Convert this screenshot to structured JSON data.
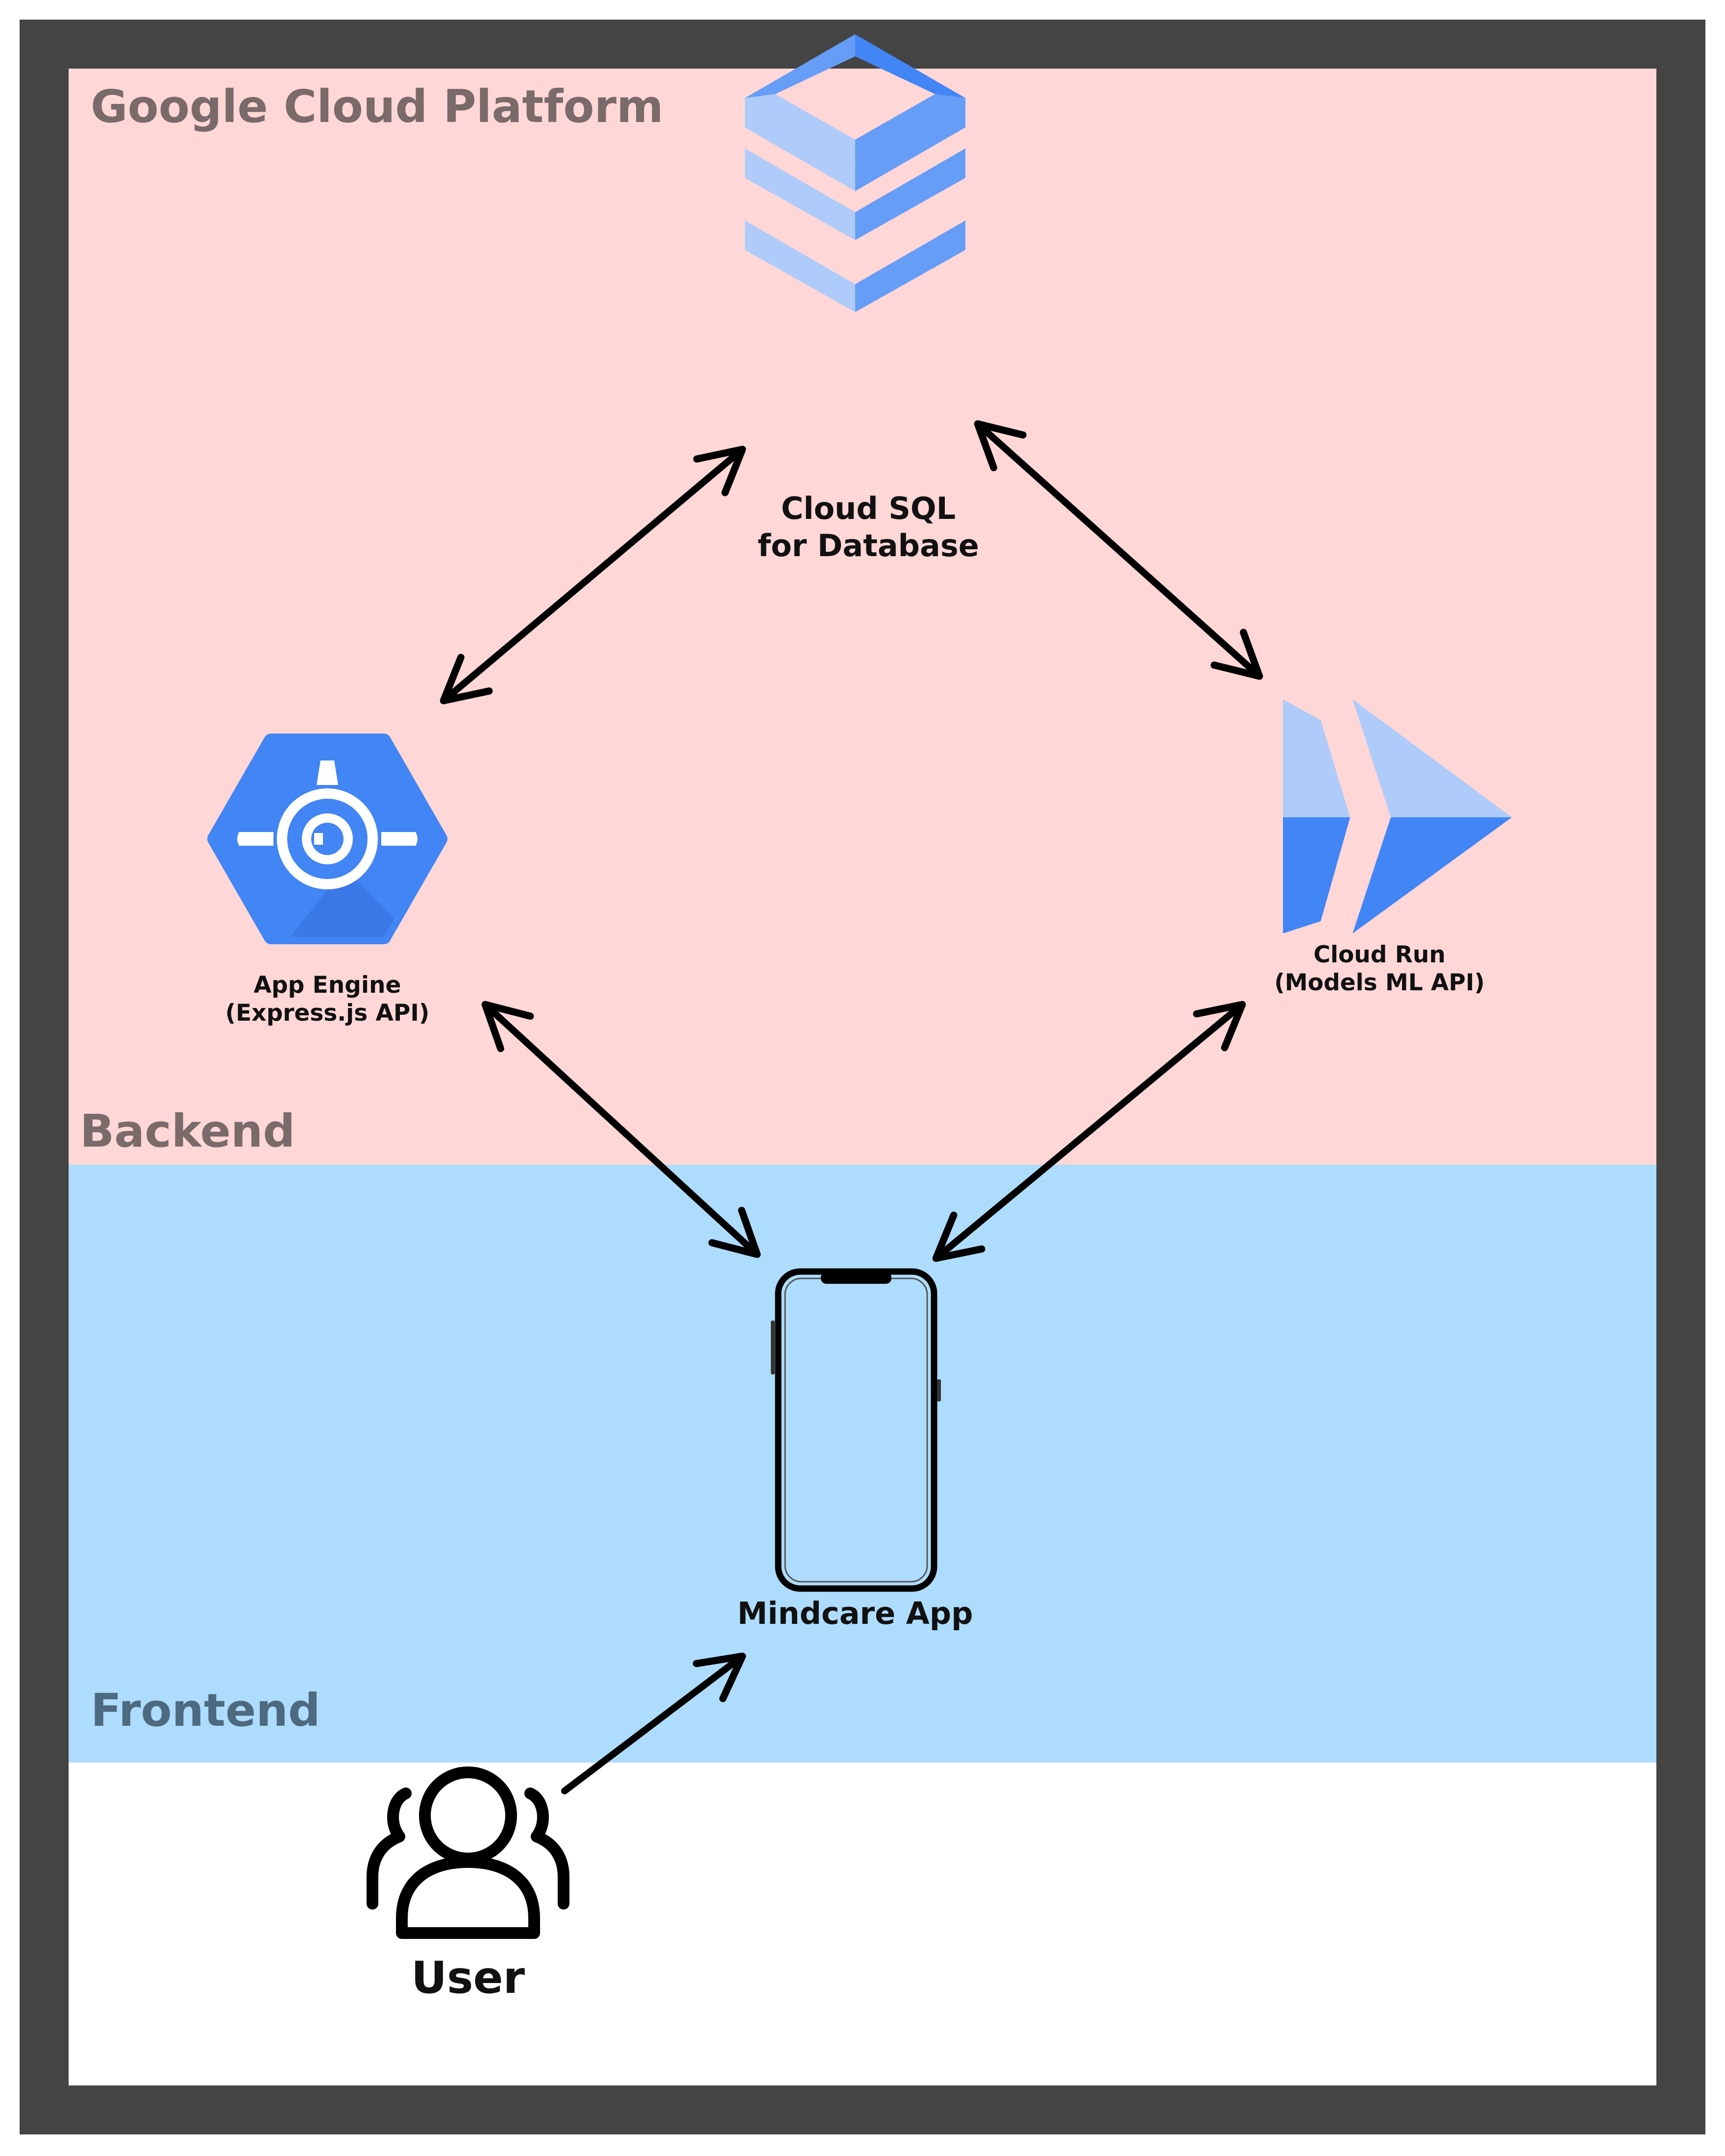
{
  "zones": {
    "gcp": {
      "title": "Google Cloud Platform",
      "background": "#FFD7D6",
      "text_color": "#7A6A6A"
    },
    "backend": {
      "title": "Backend",
      "text_color": "#7A6A6A"
    },
    "frontend": {
      "title": "Frontend",
      "background": "#AEDCFD",
      "text_color": "#4E6A80"
    },
    "frame_color": "#444444"
  },
  "nodes": {
    "cloud_sql": {
      "line1": "Cloud SQL",
      "line2": "for Database",
      "icon": "cloud-sql-icon"
    },
    "app_engine": {
      "line1": "App Engine",
      "line2": "(Express.js API)",
      "icon": "app-engine-icon"
    },
    "cloud_run": {
      "line1": "Cloud Run",
      "line2": "(Models ML API)",
      "icon": "cloud-run-icon"
    },
    "mindcare_app": {
      "label": "Mindcare App",
      "icon": "smartphone-icon"
    },
    "user": {
      "label": "User",
      "icon": "users-icon"
    }
  },
  "connections": [
    {
      "from": "app_engine",
      "to": "cloud_sql",
      "direction": "both"
    },
    {
      "from": "cloud_sql",
      "to": "cloud_run",
      "direction": "both"
    },
    {
      "from": "app_engine",
      "to": "mindcare_app",
      "direction": "both"
    },
    {
      "from": "cloud_run",
      "to": "mindcare_app",
      "direction": "both"
    },
    {
      "from": "user",
      "to": "mindcare_app",
      "direction": "forward"
    }
  ],
  "colors": {
    "gcp_blue": "#4285F4",
    "gcp_blue_mid": "#669DF6",
    "gcp_blue_light": "#AECBFA",
    "gcp_blue_dark": "#3B78E7",
    "arrow": "#000000"
  }
}
